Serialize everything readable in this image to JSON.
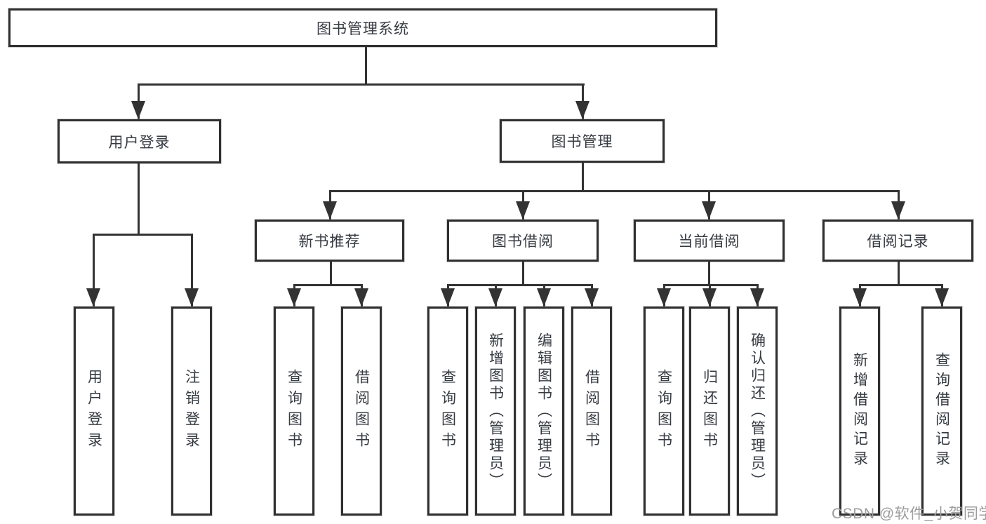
{
  "diagram": {
    "root": {
      "label": "图书管理系统"
    },
    "user_login": {
      "label": "用户登录",
      "children": [
        {
          "label": "用户登录"
        },
        {
          "label": "注销登录"
        }
      ]
    },
    "book_management": {
      "label": "图书管理",
      "sections": [
        {
          "label": "新书推荐",
          "children": [
            {
              "label": "查询图书"
            },
            {
              "label": "借阅图书"
            }
          ]
        },
        {
          "label": "图书借阅",
          "children": [
            {
              "label": "查询图书"
            },
            {
              "label": "新增图书（管理员）"
            },
            {
              "label": "编辑图书（管理员）"
            },
            {
              "label": "借阅图书"
            }
          ]
        },
        {
          "label": "当前借阅",
          "children": [
            {
              "label": "查询图书"
            },
            {
              "label": "归还图书"
            },
            {
              "label": "确认归还（管理员）"
            }
          ]
        },
        {
          "label": "借阅记录",
          "children": [
            {
              "label": "新增借阅记录"
            },
            {
              "label": "查询借阅记录"
            }
          ]
        }
      ]
    }
  },
  "watermark": {
    "text": "CSDN @软件_小贺同学"
  },
  "colors": {
    "line": "#333333",
    "box_border": "#303030",
    "text": "#363a41",
    "watermark": "#9d9d9d",
    "background": "#ffffff"
  }
}
